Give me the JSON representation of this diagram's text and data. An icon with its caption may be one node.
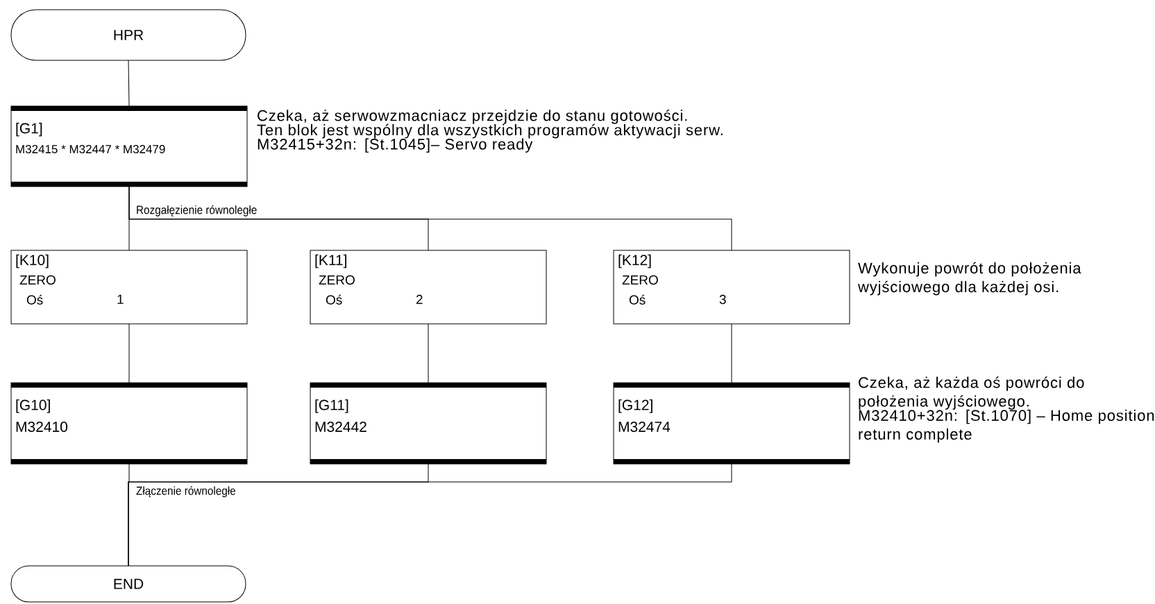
{
  "diagram": {
    "nodes": [
      {
        "text": [
          "HPR"
        ]
      },
      {
        "text": [
          "[G1]",
          "M32415 * M32447 * M32479"
        ],
        "beside": [
          "Czeka, aż serwowzmacniacz przejdzie do stanu gotowości.",
          "Ten blok jest wspólny dla wszystkich programów aktywacji serw.",
          "M32415+32n: [St.1045]– Servo ready"
        ]
      },
      {
        "text": [
          "[K10]",
          "ZERO",
          "Oś",
          "1"
        ]
      },
      {
        "text": [
          "[K11]",
          "ZERO",
          "Oś",
          "2"
        ]
      },
      {
        "text": [
          "[K12]",
          "ZERO",
          "Oś",
          "3"
        ],
        "beside": [
          "Wykonuje powrót do położenia wyjściowego dla każdej osi."
        ]
      },
      {
        "text": [
          "[G10]",
          "M32410"
        ]
      },
      {
        "text": [
          "[G11]",
          "M32442"
        ]
      },
      {
        "text": [
          "[G12]",
          "M32474"
        ],
        "beside": [
          "Czeka, aż każda oś powróci do położenia wyjściowego.",
          "M32410+32n: [St.1070] – Home position return complete"
        ]
      },
      {
        "text": [
          "END"
        ]
      }
    ],
    "edges": [
      {
        "from": 0,
        "to": 1,
        "arrow": "none"
      },
      {
        "from": 1,
        "to": 2,
        "arrow": "none"
      },
      {
        "from": 1,
        "to": 3,
        "arrow": "none"
      },
      {
        "from": 1,
        "to": 4,
        "arrow": "none"
      },
      {
        "from": 2,
        "to": 5,
        "arrow": "none"
      },
      {
        "from": 3,
        "to": 6,
        "arrow": "none"
      },
      {
        "from": 4,
        "to": 7,
        "arrow": "none"
      },
      {
        "from": 5,
        "to": 8,
        "arrow": "none"
      },
      {
        "from": 6,
        "to": 8,
        "arrow": "none"
      },
      {
        "from": 7,
        "to": 8,
        "arrow": "none"
      }
    ],
    "labels": [
      "Rozgałęzienie równoległe",
      "Złączenie równoległe"
    ]
  }
}
